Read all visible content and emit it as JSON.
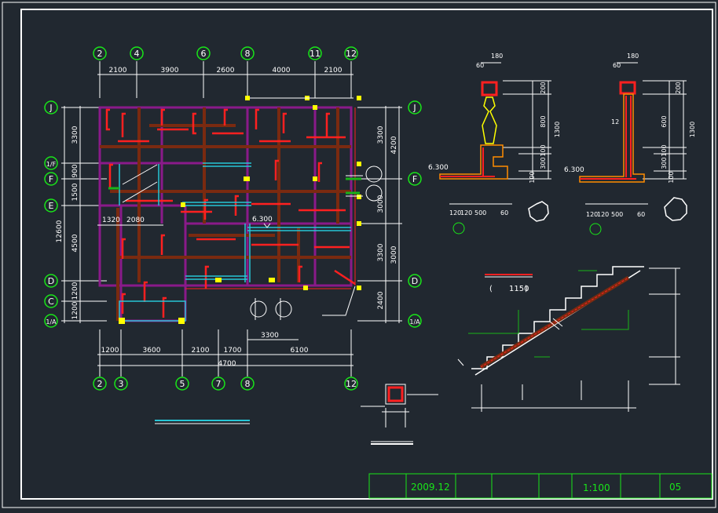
{
  "colors": {
    "background": "#212830",
    "frame": "#ffffff",
    "axis_bubble": "#19e619",
    "dimension": "#ffffff",
    "wall": "#8a1a8a",
    "beam": "#7a2a10",
    "rebar": "#ff2020",
    "cyan": "#27c6d6",
    "yellow": "#ffff00",
    "green_line": "#19b319",
    "orange": "#ff8c00",
    "title_text": "#19e619"
  },
  "axes_top": [
    "2",
    "4",
    "6",
    "8",
    "11",
    "12"
  ],
  "axes_bottom": [
    "2",
    "3",
    "5",
    "7",
    "8",
    "12"
  ],
  "axes_left": [
    "J",
    "1/F",
    "F",
    "E",
    "D",
    "C",
    "1/A"
  ],
  "axes_right": [
    "J",
    "F",
    "D",
    "1/A"
  ],
  "dims_top": [
    "2100",
    "3900",
    "2600",
    "4000",
    "2100"
  ],
  "dims_left": [
    "3300",
    "900",
    "1500",
    "4500",
    "1200",
    "1200"
  ],
  "dim_left_total": "12600",
  "dims_right": [
    "3300",
    "3000",
    "3300",
    "2400"
  ],
  "dim_right_total": "4200",
  "dims_right_mid": "3000",
  "dims_bottom": [
    "1200",
    "3600",
    "2100",
    "1700",
    "6100"
  ],
  "dim_bottom_total": "4700",
  "dim_3300_bottom": "3300",
  "dim_inner_a": "1320",
  "dim_inner_b": "2080",
  "level_plan": "6.300",
  "detail1": {
    "top_dims": [
      "180",
      "60"
    ],
    "right_dims": [
      "200",
      "800",
      "1300",
      "100",
      "300",
      "100"
    ],
    "level": "6.300",
    "bottom_dims": [
      "120",
      "120",
      "500",
      "60"
    ]
  },
  "detail2": {
    "top_dims": [
      "180",
      "60"
    ],
    "right_dims": [
      "200",
      "600",
      "1300",
      "100",
      "300",
      "100"
    ],
    "level": "6.300",
    "bottom_dims": [
      "120",
      "120",
      "500",
      "60"
    ],
    "rebar_label": "12"
  },
  "stair_label": "1150",
  "title_block": {
    "date": "2009.12",
    "scale": "1:100",
    "sheet": "05"
  }
}
